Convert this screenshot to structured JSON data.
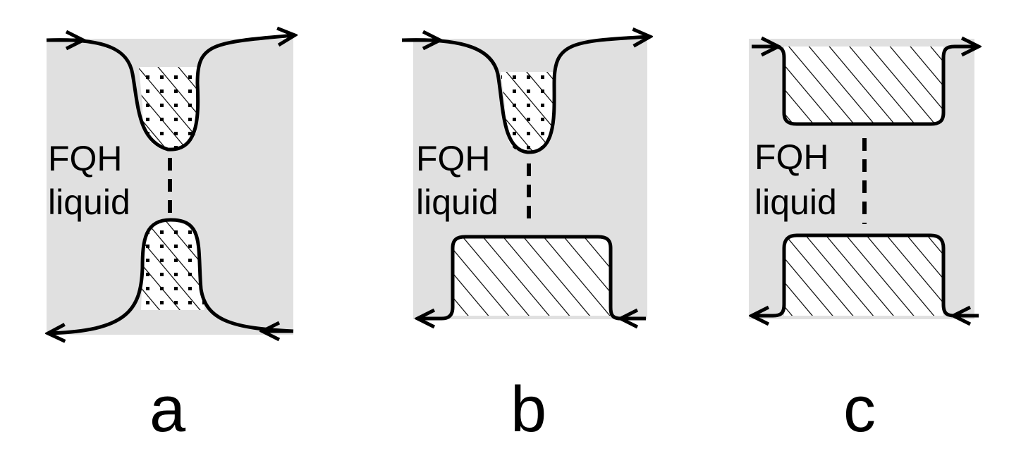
{
  "colors": {
    "liquid_fill": "#e0e0e0",
    "edge_stroke": "#000000",
    "gate_fill": "#ffffff"
  },
  "panels": [
    {
      "id": "a",
      "letter": "a",
      "label_line1": "FQH",
      "label_line2": "liquid",
      "gates": "two rounded tips, top and bottom, hatched with dotted fill"
    },
    {
      "id": "b",
      "letter": "b",
      "label_line1": "FQH",
      "label_line2": "liquid",
      "gates": "rounded top tip, flat bottom gate, hatched"
    },
    {
      "id": "c",
      "letter": "c",
      "label_line1": "FQH",
      "label_line2": "liquid",
      "gates": "flat top and bottom gates, hatched"
    }
  ]
}
